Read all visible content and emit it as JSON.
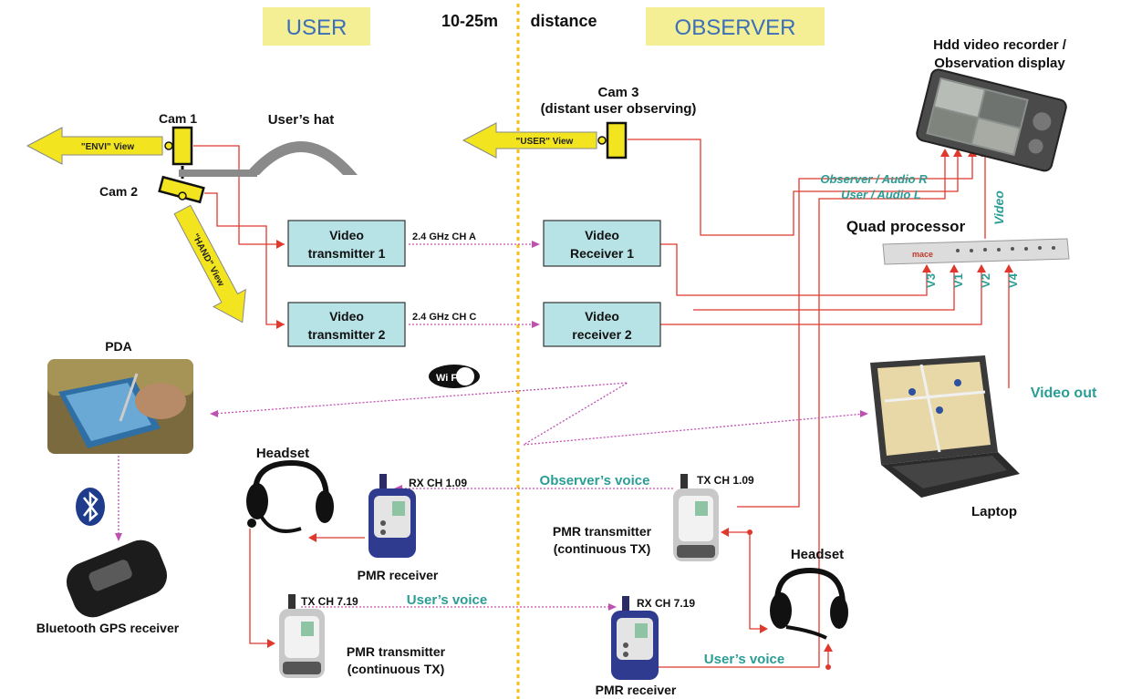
{
  "header": {
    "user": "USER",
    "distance": "10-25m",
    "distance_word": "distance",
    "observer": "OBSERVER"
  },
  "cameras": {
    "cam1": "Cam 1",
    "cam2": "Cam 2",
    "cam3": "Cam 3",
    "cam3_note": "(distant user observing)",
    "hat": "User’s hat",
    "envi_view": "\"ENVI\" View",
    "hand_view": "\"HAND\" View",
    "user_view": "\"USER\" View"
  },
  "video": {
    "tx1": [
      "Video",
      "transmitter 1"
    ],
    "tx2": [
      "Video",
      "transmitter 2"
    ],
    "rx1": [
      "Video",
      "Receiver 1"
    ],
    "rx2": [
      "Video",
      "receiver 2"
    ],
    "ch_a": "2.4 GHz CH  A",
    "ch_c": "2.4 GHz CH  C"
  },
  "recorder": {
    "title1": "Hdd video recorder /",
    "title2": "Observation display",
    "audio_r": "Observer / Audio R",
    "audio_l": "User / Audio L",
    "video": "Video"
  },
  "quad": {
    "title": "Quad processor",
    "brand": "mace",
    "inputs": [
      "V3",
      "V1",
      "V2",
      "V4"
    ]
  },
  "devices": {
    "pda": "PDA",
    "wifi": "Wi Fi",
    "laptop": "Laptop",
    "video_out": "Video out",
    "gps": "Bluetooth GPS receiver"
  },
  "audio": {
    "headset_left": "Headset",
    "headset_right": "Headset",
    "rx_ch_109": "RX CH 1.09",
    "observers_voice": "Observer’s voice",
    "tx_ch_109": "TX CH 1.09",
    "pmr_receiver_left": "PMR receiver",
    "pmr_tx_right": [
      "PMR transmitter",
      "(continuous TX)"
    ],
    "tx_ch_719": "TX CH 7.19",
    "users_voice_mid": "User’s voice",
    "rx_ch_719": "RX CH 7.19",
    "pmr_tx_left": [
      "PMR transmitter",
      "(continuous TX)"
    ],
    "users_voice_right": "User’s voice",
    "pmr_receiver_right": "PMR receiver"
  }
}
